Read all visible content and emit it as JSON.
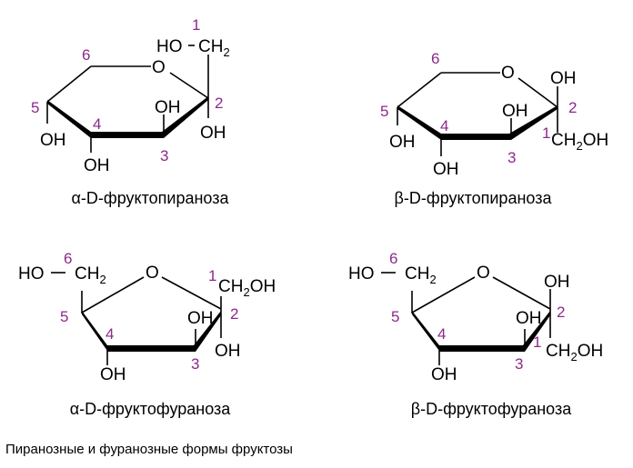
{
  "colors": {
    "atom_number": "#8b2a8b",
    "bond": "#000000"
  },
  "atoms": {
    "O": "O",
    "OH": "OH",
    "HO": "HO",
    "CH": "CH",
    "sub2": "2",
    "dash": "−"
  },
  "numbers": [
    "1",
    "2",
    "3",
    "4",
    "5",
    "6"
  ],
  "structures": [
    {
      "name": "α-D-фруктопираноза",
      "greek": "α",
      "rest": "-D-фруктопираноза"
    },
    {
      "name": "β-D-фруктопираноза",
      "greek": "β",
      "rest": "-D-фруктопираноза"
    },
    {
      "name": "α-D-фруктофураноза",
      "greek": "α",
      "rest": "-D-фруктофураноза"
    },
    {
      "name": "β-D-фруктофураноза",
      "greek": "β",
      "rest": "-D-фруктофураноза"
    }
  ],
  "caption": "Пиранозные и фуранозные формы фруктозы"
}
